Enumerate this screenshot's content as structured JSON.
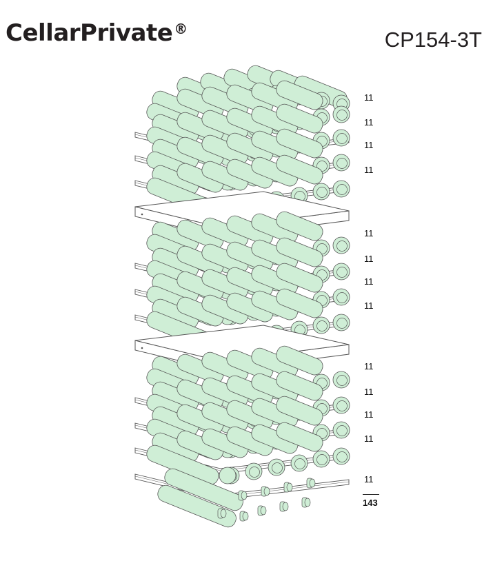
{
  "header": {
    "brand": "CellarPrivate",
    "registered_mark": "®",
    "model": "CP154-3T"
  },
  "shelf_counts": [
    "11",
    "11",
    "11",
    "11",
    "11",
    "11",
    "11",
    "11",
    "11",
    "11",
    "11",
    "11",
    "11"
  ],
  "total": "143",
  "zones": 3,
  "colors": {
    "bottle_fill": "#cfeed6",
    "bottle_stroke": "#555555",
    "shelf_stroke": "#555555",
    "text": "#231f20"
  }
}
